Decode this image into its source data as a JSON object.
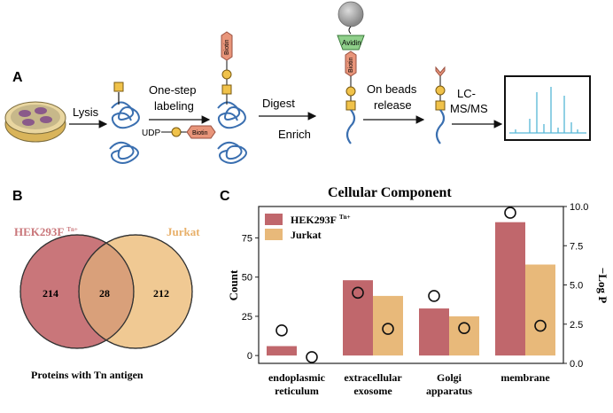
{
  "panel_a": {
    "label": "A",
    "steps": {
      "lysis": "Lysis",
      "labeling_line1": "One-step",
      "labeling_line2": "labeling",
      "digest": "Digest",
      "enrich": "Enrich",
      "release_line1": "On beads",
      "release_line2": "release",
      "lcms_line1": "LC-",
      "lcms_line2": "MS/MS"
    },
    "reagent": {
      "udp": "UDP",
      "biotin": "Biotin"
    },
    "tags": {
      "biotin": "Biotin",
      "avidin": "Avidin"
    }
  },
  "panel_b": {
    "label": "B",
    "left_set": "HEK293F",
    "left_set_sup": "Tn+",
    "right_set": "Jurkat",
    "left_only": "214",
    "overlap": "28",
    "right_only": "212",
    "caption": "Proteins with Tn antigen",
    "colors": {
      "left": "#c9767a",
      "right": "#f0c993",
      "overlap": "#d9a07a"
    }
  },
  "panel_c": {
    "label": "C"
  },
  "chart_data": {
    "type": "bar",
    "title": "Cellular Component",
    "categories": [
      "endoplasmic reticulum",
      "extracellular exosome",
      "Golgi apparatus",
      "membrane"
    ],
    "category_lines": [
      [
        "endoplasmic",
        "reticulum"
      ],
      [
        "extracellular",
        "exosome"
      ],
      [
        "Golgi",
        "apparatus"
      ],
      [
        "membrane"
      ]
    ],
    "series": [
      {
        "name": "HEK293F",
        "name_sup": "Tn+",
        "color": "#c0676c",
        "values": [
          6,
          48,
          30,
          85
        ]
      },
      {
        "name": "Jurkat",
        "color": "#e8b97a",
        "values": [
          0,
          38,
          25,
          58
        ]
      }
    ],
    "neg_log_p": [
      [
        2.1,
        0.4
      ],
      [
        4.5,
        2.2
      ],
      [
        4.3,
        2.25
      ],
      [
        9.6,
        2.4
      ]
    ],
    "ylabel": "Count",
    "y2label": "−Log P",
    "ylim": [
      -5,
      95
    ],
    "yticks": [
      0,
      25,
      50,
      75
    ],
    "y2lim": [
      0,
      10
    ],
    "y2ticks": [
      "0.0",
      "2.5",
      "5.0",
      "7.5",
      "10.0"
    ],
    "legend_position": "top-left"
  }
}
